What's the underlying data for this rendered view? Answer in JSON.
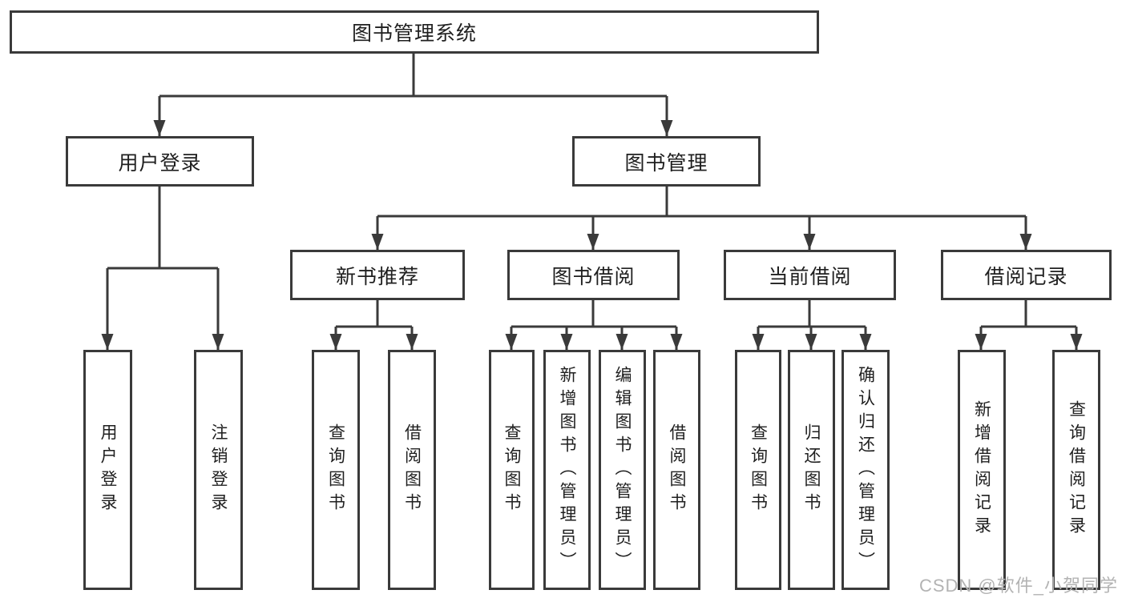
{
  "tree": {
    "root": {
      "label": "图书管理系统"
    },
    "level2": [
      {
        "label": "用户登录"
      },
      {
        "label": "图书管理"
      }
    ],
    "level3": [
      {
        "label": "新书推荐"
      },
      {
        "label": "图书借阅"
      },
      {
        "label": "当前借阅"
      },
      {
        "label": "借阅记录"
      }
    ],
    "leaves": {
      "user_login": [
        {
          "label": "用户登录"
        },
        {
          "label": "注销登录"
        }
      ],
      "new_book": [
        {
          "label": "查询图书"
        },
        {
          "label": "借阅图书"
        }
      ],
      "book_borrow": [
        {
          "label": "查询图书"
        },
        {
          "label": "新增图书（管理员）"
        },
        {
          "label": "编辑图书（管理员）"
        },
        {
          "label": "借阅图书"
        }
      ],
      "current_borrow": [
        {
          "label": "查询图书"
        },
        {
          "label": "归还图书"
        },
        {
          "label": "确认归还（管理员）"
        }
      ],
      "borrow_record": [
        {
          "label": "新增借阅记录"
        },
        {
          "label": "查询借阅记录"
        }
      ]
    }
  },
  "watermark": {
    "text": "CSDN @软件_小贺同学"
  },
  "colors": {
    "line": "#3a3a3a",
    "text": "#1f1f1f",
    "watermark": "#b3b3b3",
    "background": "#ffffff"
  }
}
